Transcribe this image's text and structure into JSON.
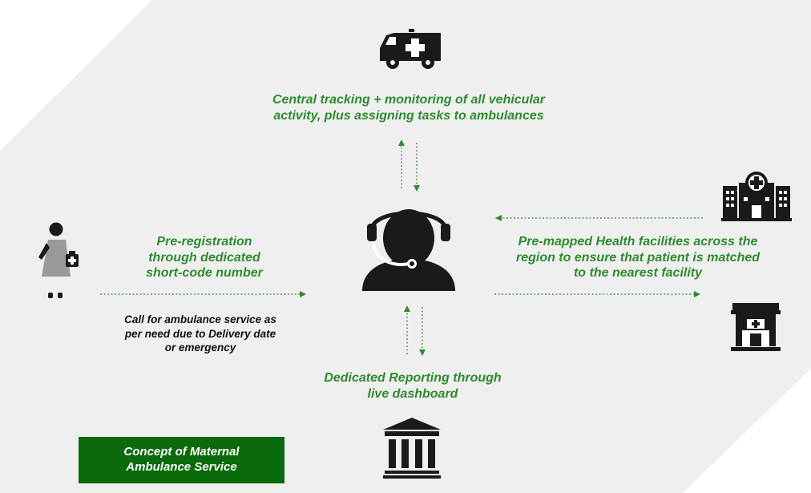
{
  "texts": {
    "central": [
      "Central tracking + monitoring of all vehicular",
      "activity, plus assigning tasks to ambulances"
    ],
    "prereg": [
      "Pre-registration",
      "through dedicated",
      "short-code number"
    ],
    "call": [
      "Call for ambulance service as",
      "per need due to Delivery date",
      "or emergency"
    ],
    "premapped": [
      "Pre-mapped Health facilities across the",
      "region to ensure that patient is matched",
      "to the nearest facility"
    ],
    "reporting": [
      "Dedicated Reporting through",
      "live dashboard"
    ],
    "title": [
      "Concept of Maternal",
      "Ambulance Service"
    ]
  },
  "colors": {
    "background_panel": "#efefef",
    "accent_green": "#2e8b2e",
    "title_box": "#0b6a0b",
    "icon_dark": "#1a1a1a"
  },
  "icons": [
    "ambulance-icon",
    "call-center-agent-icon",
    "hospital-icon",
    "clinic-icon",
    "government-building-icon",
    "pregnant-woman-icon"
  ]
}
